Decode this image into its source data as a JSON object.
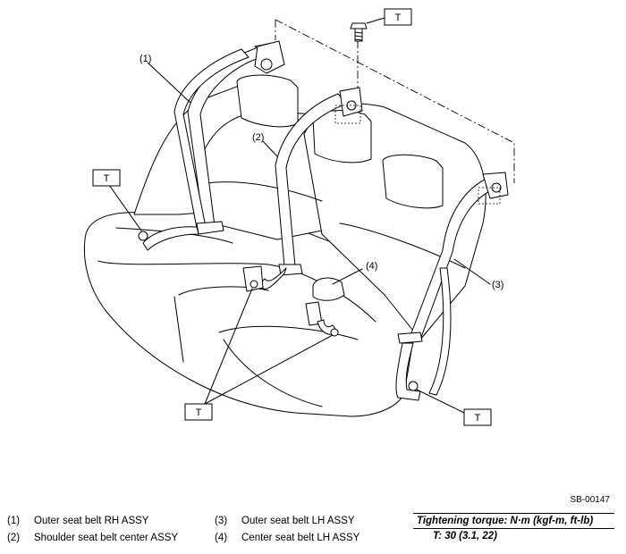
{
  "figure": {
    "drawing_id": "SB-00147",
    "callouts": [
      "(1)",
      "(2)",
      "(3)",
      "(4)"
    ],
    "torque_marker": "T"
  },
  "legend": {
    "left": [
      {
        "num": "(1)",
        "label": "Outer seat belt RH ASSY"
      },
      {
        "num": "(2)",
        "label": "Shoulder seat belt center ASSY"
      }
    ],
    "right": [
      {
        "num": "(3)",
        "label": "Outer seat belt LH ASSY"
      },
      {
        "num": "(4)",
        "label": "Center seat belt LH ASSY"
      }
    ]
  },
  "torque": {
    "title": "Tightening torque: N·m (kgf-m, ft-lb)",
    "value": "T:   30 (3.1, 22)"
  }
}
